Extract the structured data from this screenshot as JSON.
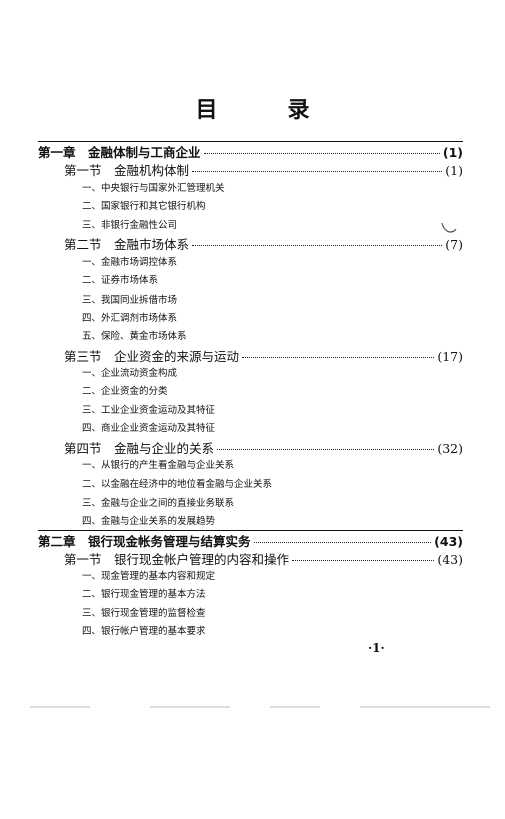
{
  "title": {
    "char1": "目",
    "char2": "录"
  },
  "entries": [
    {
      "kind": "chap",
      "text": "第一章　金融体制与工商企业",
      "page": "(1)"
    },
    {
      "kind": "sec",
      "text": "第一节　金融机构体制",
      "page": "(1)"
    },
    {
      "kind": "item",
      "text": "一、中央银行与国家外汇管理机关"
    },
    {
      "kind": "item",
      "text": "二、国家银行和其它银行机构"
    },
    {
      "kind": "item",
      "text": "三、非银行金融性公司"
    },
    {
      "kind": "sec",
      "text": "第二节　金融市场体系",
      "page": "(7)"
    },
    {
      "kind": "item",
      "text": "一、金融市场调控体系"
    },
    {
      "kind": "item",
      "text": "二、证券市场体系"
    },
    {
      "kind": "item",
      "text": "三、我国同业拆借市场"
    },
    {
      "kind": "item",
      "text": "四、外汇调剂市场体系"
    },
    {
      "kind": "item",
      "text": "五、保险、黄金市场体系"
    },
    {
      "kind": "sec",
      "text": "第三节　企业资金的来源与运动",
      "page": "(17)"
    },
    {
      "kind": "item",
      "text": "一、企业流动资金构成"
    },
    {
      "kind": "item",
      "text": "二、企业资金的分类"
    },
    {
      "kind": "item",
      "text": "三、工业企业资金运动及其特征"
    },
    {
      "kind": "item",
      "text": "四、商业企业资金运动及其特征"
    },
    {
      "kind": "sec",
      "text": "第四节　金融与企业的关系",
      "page": "(32)"
    },
    {
      "kind": "item",
      "text": "一、从银行的产生看金融与企业关系"
    },
    {
      "kind": "item",
      "text": "二、以金融在经济中的地位看金融与企业关系"
    },
    {
      "kind": "item",
      "text": "三、金融与企业之间的直接业务联系"
    },
    {
      "kind": "item",
      "text": "四、金融与企业关系的发展趋势"
    },
    {
      "kind": "chap",
      "text": "第二章　银行现金帐务管理与结算实务",
      "page": "(43)"
    },
    {
      "kind": "sec",
      "text": "第一节　银行现金帐户管理的内容和操作",
      "page": "(43)"
    },
    {
      "kind": "item",
      "text": "一、现金管理的基本内容和规定"
    },
    {
      "kind": "item",
      "text": "二、银行现金管理的基本方法"
    },
    {
      "kind": "item",
      "text": "三、银行现金管理的监督检查"
    },
    {
      "kind": "item",
      "text": "四、银行帐户管理的基本要求"
    }
  ],
  "page_number": "·1·"
}
